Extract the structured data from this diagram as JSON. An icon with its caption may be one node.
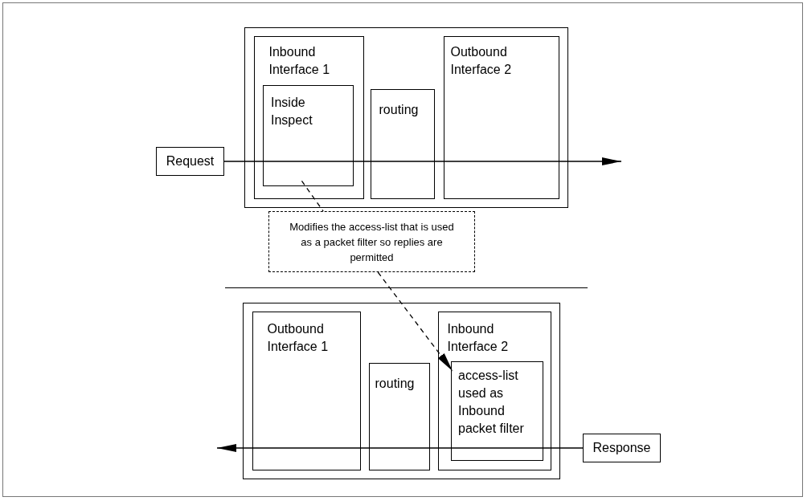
{
  "diagram": {
    "nodes": [
      {
        "text": [],
        "shape": "box"
      },
      {
        "text": [
          "Inbound Interface 1"
        ],
        "in": 0
      },
      {
        "text": [
          "Inside Inspect"
        ],
        "in": 1
      },
      {
        "text": [
          "routing"
        ],
        "in": 0
      },
      {
        "text": [
          "Outbound Interface 2"
        ],
        "in": 0
      },
      {
        "text": [
          "Request"
        ]
      },
      {
        "text": [
          "Modifies the access-list that is used as a packet filter so replies are permitted"
        ]
      },
      {
        "text": [],
        "shape": "box"
      },
      {
        "text": [
          "Outbound Interface 1"
        ],
        "in": 7
      },
      {
        "text": [
          "routing"
        ],
        "in": 7
      },
      {
        "text": [
          "Inbound Interface 2"
        ],
        "in": 7
      },
      {
        "text": [
          "access-list used as Inbound packet filter"
        ],
        "in": 10
      },
      {
        "text": [
          "Response"
        ]
      }
    ],
    "edges": [
      {
        "from": 5,
        "to": null,
        "arrow": "to"
      },
      {
        "from": 12,
        "to": null,
        "arrow": "to"
      },
      {
        "from": 2,
        "to": 6,
        "arrow": "none",
        "style": "dashed"
      },
      {
        "from": 6,
        "to": 11,
        "arrow": "to",
        "style": "dashed"
      }
    ]
  }
}
